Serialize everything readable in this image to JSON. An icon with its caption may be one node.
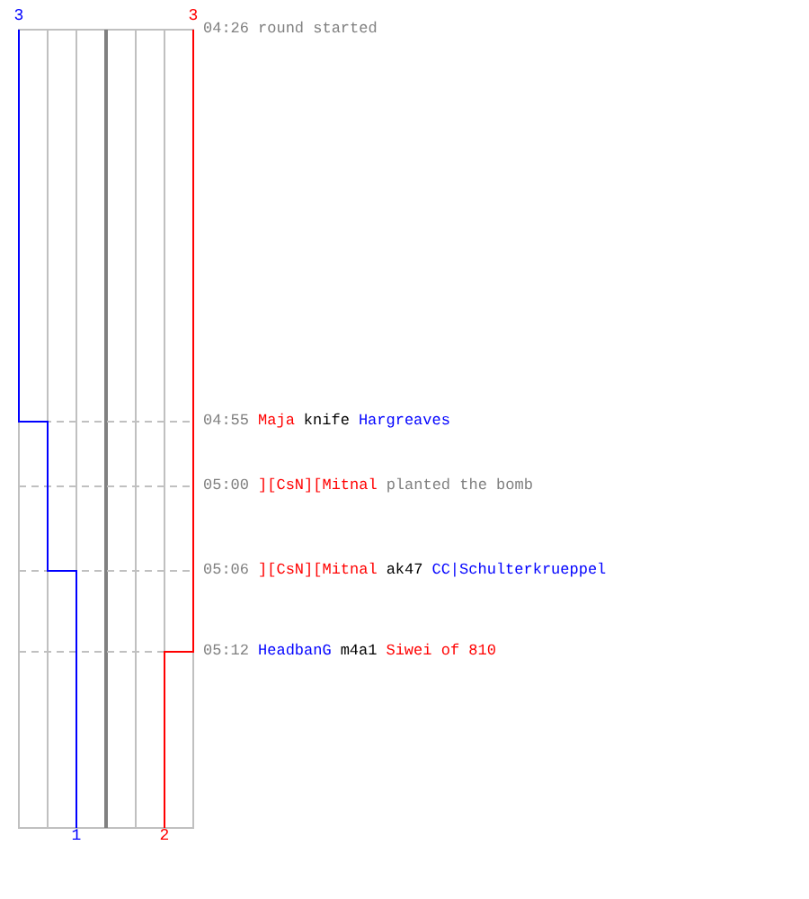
{
  "diagram": {
    "labels": [
      "3",
      "3",
      "04:26",
      "round started",
      "04:55",
      "Maja",
      "knife",
      "Hargreaves",
      "05:00",
      "][CsN][Mitnal",
      "planted the bomb",
      "05:06",
      "][CsN][Mitnal",
      "ak47",
      "CC|Schulterkrueppel",
      "05:12",
      "HeadbanG",
      "m4a1",
      "Siwei of 810",
      "1",
      "2"
    ]
  }
}
